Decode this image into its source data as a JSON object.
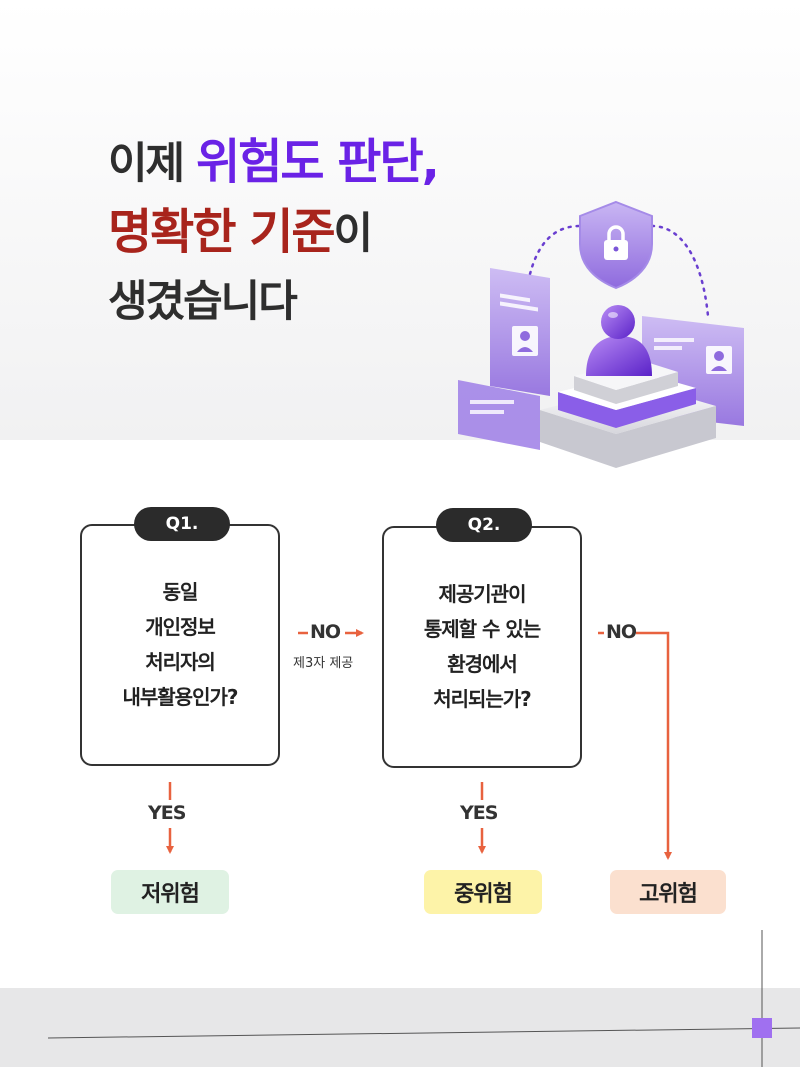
{
  "headline": {
    "line1_plain": "이제 ",
    "line1_highlight": "위험도 판단,",
    "line2_highlight": "명확한 기준",
    "line2_plain": "이",
    "line3": "생겼습니다"
  },
  "flowchart": {
    "q1": {
      "tag": "Q1.",
      "text": "동일\n개인정보\n처리자의\n내부활용인가?"
    },
    "q2": {
      "tag": "Q2.",
      "text": "제공기관이\n통제할 수 있는\n환경에서\n처리되는가?"
    },
    "edges": {
      "q1_no": "NO",
      "q1_no_sub": "제3자 제공",
      "q1_yes": "YES",
      "q2_yes": "YES",
      "q2_no": "NO"
    },
    "results": {
      "low": "저위험",
      "mid": "중위험",
      "high": "고위험"
    }
  },
  "colors": {
    "headline_purple": "#6a22e6",
    "headline_red": "#a8241c",
    "arrow": "#e8623f",
    "low_bg": "#dff2e3",
    "mid_bg": "#fdf3a8",
    "high_bg": "#fbe0cf",
    "accent_square": "#a070f0"
  },
  "icons": [
    "shield-lock-icon",
    "person-icon",
    "profile-card-icon"
  ]
}
